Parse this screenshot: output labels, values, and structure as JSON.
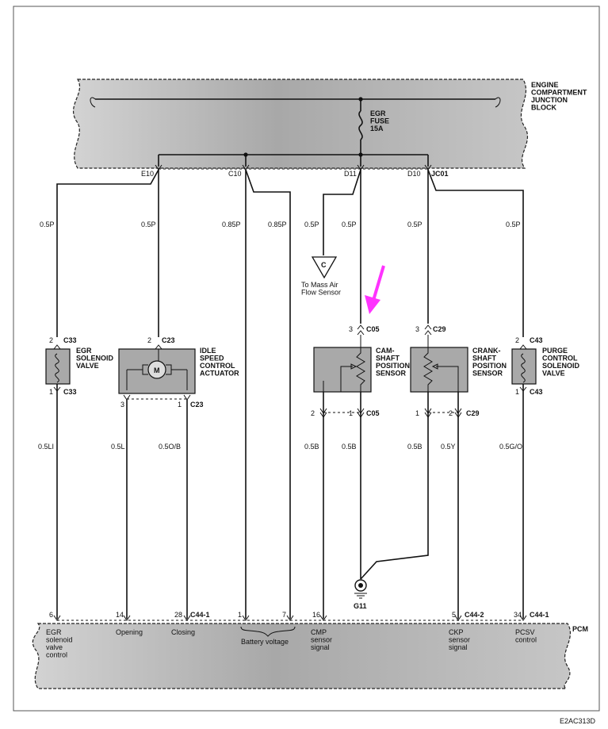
{
  "blocks": {
    "engine_compartment": "ENGINE\nCOMPARTMENT\nJUNCTION\nBLOCK",
    "fuse": "EGR\nFUSE\n15A",
    "pcm": "PCM"
  },
  "top_connectors": [
    "E10",
    "C10",
    "D11",
    "D10",
    "JC01"
  ],
  "wires": {
    "egr": "0.5P",
    "isc": "0.5P",
    "bat1": "0.85P",
    "bat2": "0.85P",
    "maf": "0.5P",
    "cmp": "0.5P",
    "ckp": "0.5P",
    "pcsv": "0.5P",
    "egr_low": "0.5LI",
    "isc_open": "0.5L",
    "isc_close": "0.5O/B",
    "cmp_sig": "0.5B",
    "cmp_gnd": "0.5B",
    "ckp_gnd": "0.5B",
    "ckp_sig": "0.5Y",
    "pcsv_low": "0.5G/O"
  },
  "maf": {
    "letter": "C",
    "label": "To Mass Air\nFlow Sensor"
  },
  "components": {
    "egr": {
      "name": "EGR\nSOLENOID\nVALVE",
      "pin_top": "2",
      "conn_top": "C33",
      "pin_bottom": "1",
      "conn_bottom": "C33"
    },
    "isc": {
      "name": "IDLE\nSPEED\nCONTROL\nACTUATOR",
      "pin_top": "2",
      "conn_top": "C23",
      "pin_left": "3",
      "pin_right": "1",
      "conn_bottom": "C23",
      "motor": "M"
    },
    "cmp": {
      "name": "CAM-\nSHAFT\nPOSITION\nSENSOR",
      "pin_top": "3",
      "conn_top": "C05",
      "pin_left": "2",
      "pin_right": "1",
      "conn_bottom": "C05"
    },
    "ckp": {
      "name": "CRANK-\nSHAFT\nPOSITION\nSENSOR",
      "pin_top": "3",
      "conn_top": "C29",
      "pin_left": "1",
      "pin_right": "2",
      "conn_bottom": "C29"
    },
    "pcsv": {
      "name": "PURGE\nCONTROL\nSOLENOID\nVALVE",
      "pin_top": "2",
      "conn_top": "C43",
      "pin_bottom": "1",
      "conn_bottom": "C43"
    }
  },
  "ground": "G11",
  "pcm_pins": [
    {
      "id": "egr",
      "pin": "6",
      "label": "EGR\nsolenoid\nvalve\ncontrol"
    },
    {
      "id": "open",
      "pin": "14",
      "label": "Opening"
    },
    {
      "id": "close",
      "pin": "28",
      "conn": "C44-1",
      "label": "Closing"
    },
    {
      "id": "bat1",
      "pin": "1"
    },
    {
      "id": "bat2",
      "pin": "7"
    },
    {
      "id": "cmp",
      "pin": "16",
      "label": "CMP\nsensor\nsignal"
    },
    {
      "id": "ckp",
      "pin": "5",
      "conn": "C44-2",
      "label": "CKP\nsensor\nsignal"
    },
    {
      "id": "pcsv",
      "pin": "34",
      "conn": "C44-1",
      "label": "PCSV\ncontrol"
    }
  ],
  "battery_label": "Battery voltage",
  "figure_code": "E2AC313D",
  "colors": {
    "highlight_arrow": "#ff33ff",
    "block_fill": "#b8b8b8",
    "component_fill": "#a9a9a9"
  }
}
